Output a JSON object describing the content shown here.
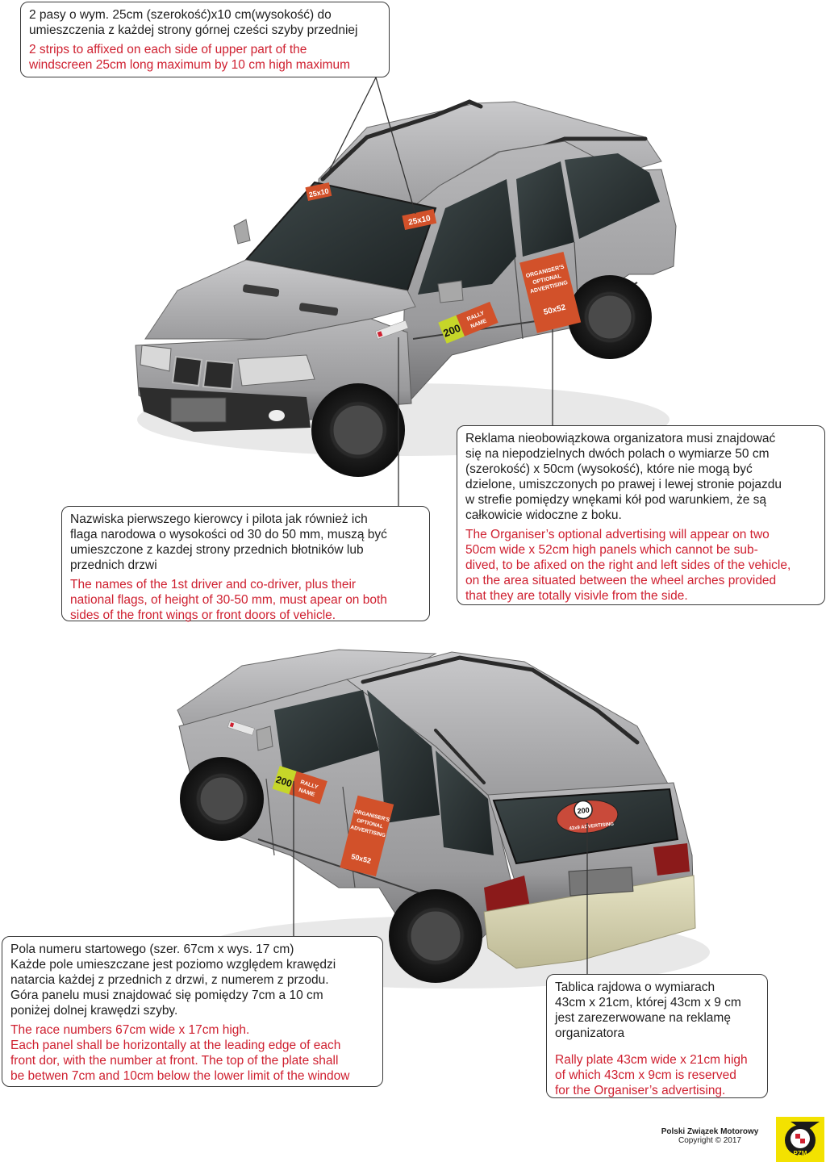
{
  "notes": {
    "windscreen": {
      "pl": "2 pasy o wym. 25cm (szerokość)x10 cm(wysokość) do\numieszczenia z każdej strony górnej cześci szyby przedniej",
      "en": "2 strips to affixed on each side of upper part of the\nwindscreen 25cm long maximum by 10 cm high maximum"
    },
    "names": {
      "pl": "Nazwiska pierwszego kierowcy i pilota jak również ich\nflaga narodowa o wysokości od 30 do 50 mm, muszą być\numieszczone z kazdej strony przednich błotników lub\nprzednich drzwi",
      "en": "The names of the 1st driver and co-driver, plus their\nnational flags, of height of 30-50 mm, must apear on both\nsides of the front wings or front doors of vehicle."
    },
    "organiser_ad": {
      "pl": "Reklama nieobowiązkowa organizatora musi znajdować\nsię na niepodzielnych dwóch polach o wymiarze 50 cm\n(szerokość) x 50cm (wysokość), które nie mogą być\ndzielone, umiszczonych po prawej i lewej stronie pojazdu\nw strefie pomiędzy wnękami kół pod warunkiem, że są\ncałkowicie widoczne z boku.",
      "en": "The Organiser’s optional advertising will appear on two\n50cm wide x 52cm high panels which cannot be sub-\ndived, to be afixed on the right and left sides of the vehicle,\non the area situated between the wheel arches provided\nthat they are totally visivle from the side."
    },
    "race_numbers": {
      "pl": "Pola numeru startowego (szer. 67cm x wys. 17 cm)\nKażde pole umieszczane jest poziomo względem krawędzi\nnatarcia każdej z przednich z drzwi, z numerem z przodu.\nGóra panelu musi znajdować się pomiędzy 7cm a 10 cm\nponiżej dolnej krawędzi szyby.",
      "en": "The race numbers 67cm wide x 17cm high.\nEach panel shall be horizontally at the leading edge of each\nfront dor, with the number at front. The top of the plate shall\nbe betwen 7cm and 10cm below the lower limit of the window"
    },
    "rally_plate": {
      "pl": "Tablica rajdowa o wymiarach\n43cm x 21cm, której 43cm x 9 cm\njest zarezerwowane na reklamę\norganizatora",
      "en": "Rally plate 43cm wide x 21cm high\nof which 43cm x 9cm is reserved\nfor the Organiser’s advertising."
    }
  },
  "stickers": {
    "windscreen_size": "25x10",
    "race_number": "200",
    "rally_name": "RALLY\nNAME",
    "organiser_panel": "ORGANISER'S\nOPTIONAL\nADVERTISING",
    "panel_size": "50x52",
    "rear_plate_number": "200",
    "rear_plate_text": "43x9 ADVERTISING"
  },
  "footer": {
    "org": "Polski Związek Motorowy",
    "copyright": "Copyright © 2017",
    "logo_text": "PZM"
  },
  "colors": {
    "body_silver": "#a9a9ab",
    "glass": "#2b3334",
    "sticker_orange": "#d2512a",
    "rear_bumper": "#d9d6b4",
    "note_red": "#cf2030",
    "logo_yellow": "#f3e200"
  }
}
